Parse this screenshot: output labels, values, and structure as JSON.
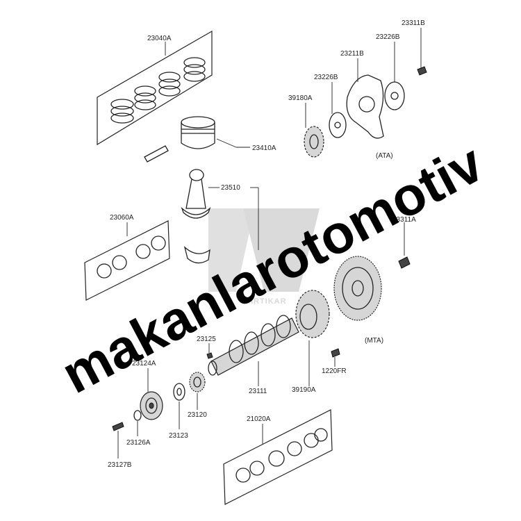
{
  "labels": {
    "piston_ring_set": "23040A",
    "piston": "23410A",
    "connecting_rod": "23510",
    "rod_bearing_set": "23060A",
    "crank_bolt_top": "23311B",
    "spacer_top": "23226B",
    "adapter_plate": "23211B",
    "spacer_small": "23226B",
    "sprocket_top": "39180A",
    "ata_note": "(ATA)",
    "flywheel_bolt": "23311A",
    "mta_note": "(MTA)",
    "pin_bolt": "1220FR",
    "crank_sprocket": "39190A",
    "crankshaft": "23111",
    "crank_key": "23125",
    "pulley": "23124A",
    "washer": "23123",
    "gear": "23120",
    "pulley_washer": "23126A",
    "pulley_bolt": "23127B",
    "main_bearing_set": "21020A"
  },
  "watermark": {
    "text": "makanlarotomotiv",
    "logo_text": "KIRTIKAR"
  },
  "colors": {
    "line": "#222222",
    "fill_light": "#d6d6d6",
    "watermark": "#000000",
    "logo": "#b9b9b9"
  }
}
